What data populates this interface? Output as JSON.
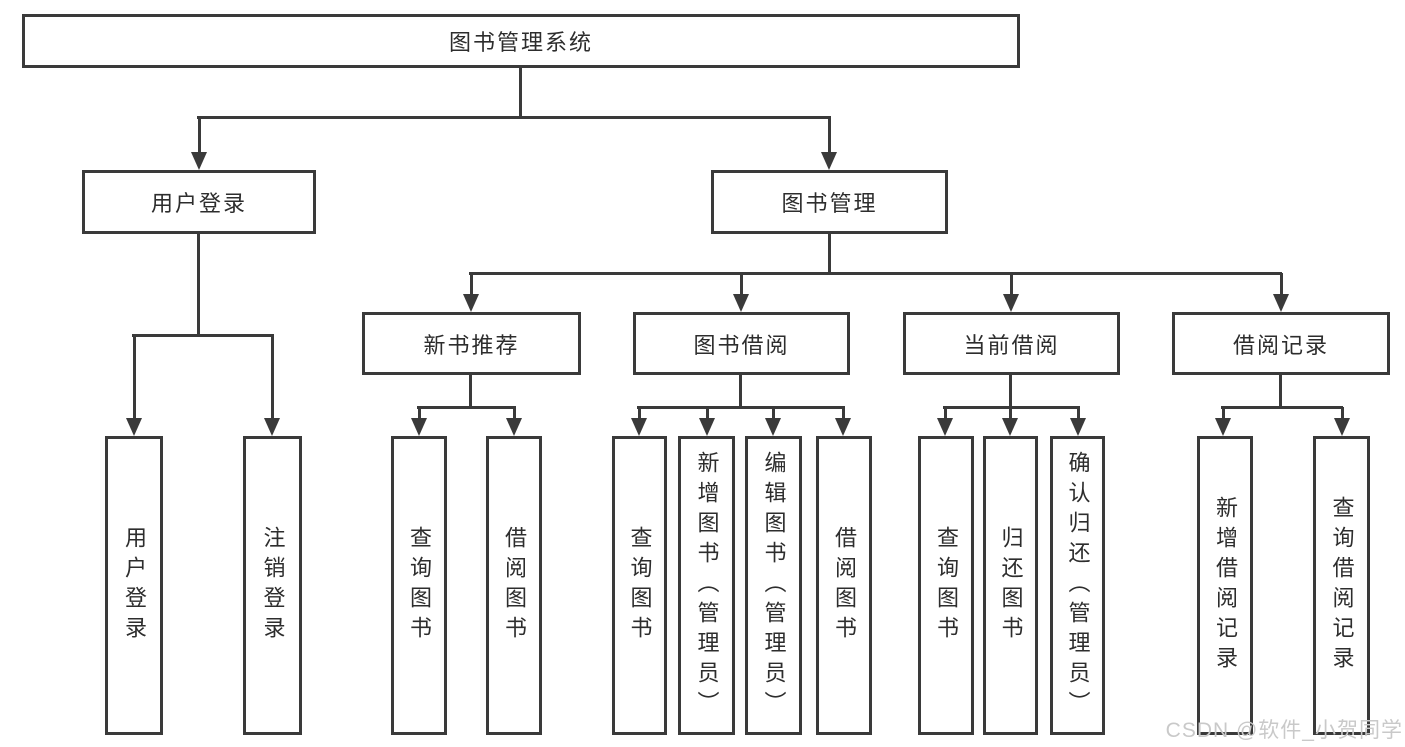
{
  "diagram": {
    "type": "tree",
    "root": "图书管理系统",
    "tree": [
      {
        "label": "用户登录",
        "children": [
          "用户登录",
          "注销登录"
        ]
      },
      {
        "label": "图书管理",
        "children": [
          {
            "label": "新书推荐",
            "children": [
              "查询图书",
              "借阅图书"
            ]
          },
          {
            "label": "图书借阅",
            "children": [
              "查询图书",
              "新增图书（管理员）",
              "编辑图书（管理员）",
              "借阅图书"
            ]
          },
          {
            "label": "当前借阅",
            "children": [
              "查询图书",
              "归还图书",
              "确认归还（管理员）"
            ]
          },
          {
            "label": "借阅记录",
            "children": [
              "新增借阅记录",
              "查询借阅记录"
            ]
          }
        ]
      }
    ]
  },
  "watermark": {
    "text": "CSDN @软件_小贺同学"
  },
  "colors": {
    "line": "#3a3a3a",
    "text": "#2d2d2d",
    "box_background": "#ffffff",
    "watermark": "#c9c9c9"
  }
}
